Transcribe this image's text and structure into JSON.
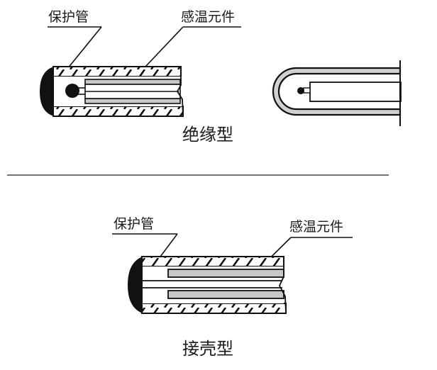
{
  "diagram": {
    "title": "Thermocouple / temperature sensor junction types",
    "colors": {
      "ink": "#111111",
      "element_fill": "#c8c8c8",
      "sheath_fill": "#d0d0d0",
      "background": "#ffffff"
    },
    "top_section": {
      "label_protection_tube": "保护管",
      "label_sensing_element": "感温元件",
      "caption": "绝缘型"
    },
    "bottom_section": {
      "label_protection_tube": "保护管",
      "label_sensing_element": "感温元件",
      "caption": "接壳型"
    }
  }
}
